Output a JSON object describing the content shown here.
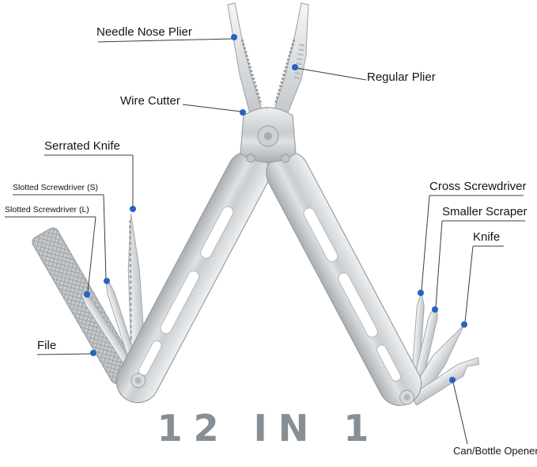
{
  "title": {
    "text": "12 IN 1",
    "color": "#878e94"
  },
  "colors": {
    "callout_dot": "#2563c4",
    "leader_line": "#3c3c3c",
    "steel_light": "#f2f3f4",
    "steel_mid": "#c7cbce",
    "steel_dark": "#9fa4a8"
  },
  "labels": {
    "needle_nose": {
      "text": "Needle Nose Plier"
    },
    "regular_plier": {
      "text": "Regular Plier"
    },
    "wire_cutter": {
      "text": "Wire Cutter"
    },
    "serrated_knife": {
      "text": "Serrated Knife"
    },
    "slotted_screwdriver_s": {
      "text": "Slotted Screwdriver (S)"
    },
    "slotted_screwdriver_l": {
      "text": "Slotted Screwdriver (L)"
    },
    "file": {
      "text": "File"
    },
    "cross_screwdriver": {
      "text": "Cross Screwdriver"
    },
    "smaller_scraper": {
      "text": "Smaller Scraper"
    },
    "knife": {
      "text": "Knife"
    },
    "can_bottle_opener": {
      "text": "Can/Bottle Opener"
    }
  }
}
